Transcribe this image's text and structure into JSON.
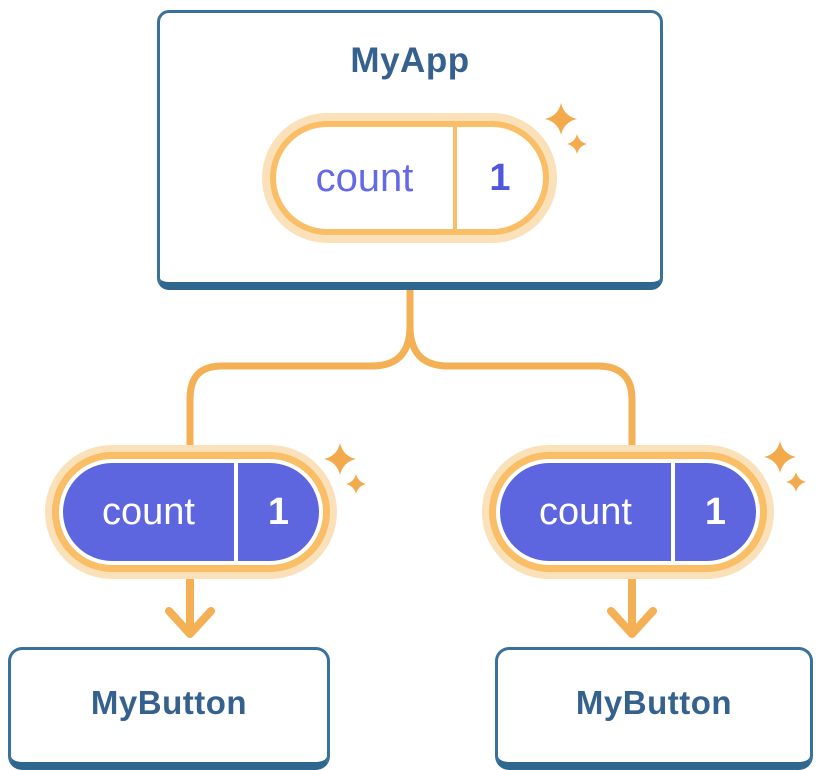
{
  "root_card": {
    "title": "MyApp",
    "pill": {
      "label": "count",
      "value": "1"
    }
  },
  "children": [
    {
      "title": "MyButton",
      "pill": {
        "label": "count",
        "value": "1"
      }
    },
    {
      "title": "MyButton",
      "pill": {
        "label": "count",
        "value": "1"
      }
    }
  ],
  "icons": {
    "sparkles": "four-point-sparkle",
    "arrow": "arrow-down"
  },
  "colors": {
    "card_border_blue": "#3A719B",
    "card_border_blue_dark": "#2F678F",
    "heading_blue": "#35618E",
    "connector_orange": "#F4B055",
    "pill_ring_orange": "#F9BE66",
    "pill_glow_orange": "#FBE1B9",
    "sparkle_orange": "#F2AA4D",
    "pill_purple": "#5E66DF",
    "pill_key_purple": "#646AE5",
    "pill_value_purple": "#5056DD"
  }
}
